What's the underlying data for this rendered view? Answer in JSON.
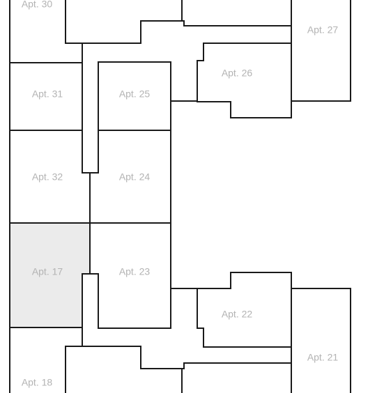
{
  "floor_plan": {
    "colors": {
      "wall": "#1a1a1a",
      "unit_fill": "#ffffff",
      "unit_highlight": "#ebebeb",
      "label": "#b3b3b3"
    },
    "apartments": [
      {
        "id": "apt-30",
        "label": "Apt. 30",
        "highlighted": false
      },
      {
        "id": "apt-31",
        "label": "Apt. 31",
        "highlighted": false
      },
      {
        "id": "apt-32",
        "label": "Apt. 32",
        "highlighted": false
      },
      {
        "id": "apt-17",
        "label": "Apt. 17",
        "highlighted": true
      },
      {
        "id": "apt-18",
        "label": "Apt. 18",
        "highlighted": false
      },
      {
        "id": "apt-25",
        "label": "Apt. 25",
        "highlighted": false
      },
      {
        "id": "apt-24",
        "label": "Apt. 24",
        "highlighted": false
      },
      {
        "id": "apt-23",
        "label": "Apt. 23",
        "highlighted": false
      },
      {
        "id": "apt-26",
        "label": "Apt. 26",
        "highlighted": false
      },
      {
        "id": "apt-22",
        "label": "Apt. 22",
        "highlighted": false
      },
      {
        "id": "apt-27",
        "label": "Apt. 27",
        "highlighted": false
      },
      {
        "id": "apt-21",
        "label": "Apt. 21",
        "highlighted": false
      },
      {
        "id": "apt-29",
        "label": "",
        "highlighted": false
      },
      {
        "id": "apt-28",
        "label": "",
        "highlighted": false
      },
      {
        "id": "apt-19",
        "label": "",
        "highlighted": false
      },
      {
        "id": "apt-20",
        "label": "",
        "highlighted": false
      }
    ]
  }
}
